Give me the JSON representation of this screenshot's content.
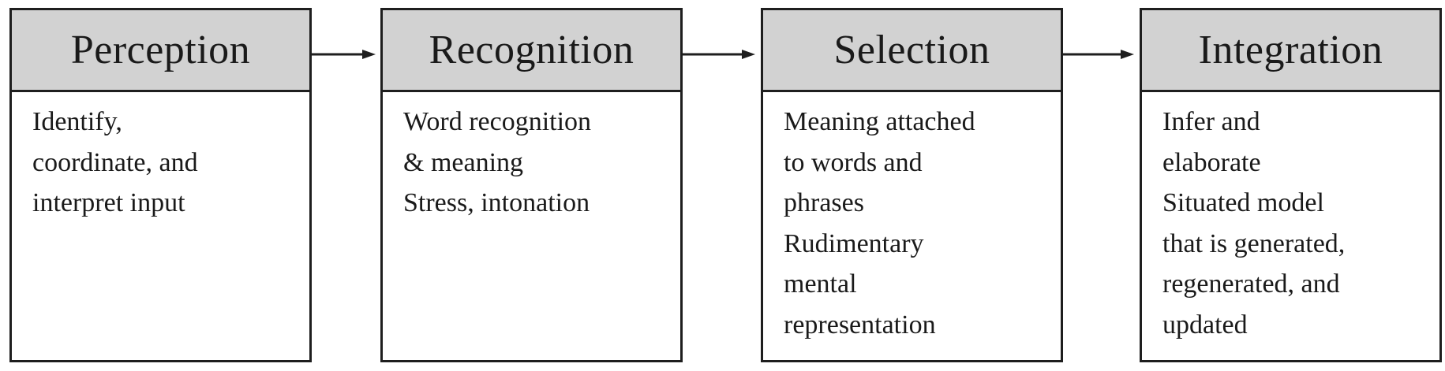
{
  "steps": [
    {
      "title": "Perception",
      "lines": [
        "Identify,",
        "coordinate, and",
        "interpret input"
      ]
    },
    {
      "title": "Recognition",
      "lines": [
        "Word recognition",
        "& meaning",
        "Stress, intonation"
      ]
    },
    {
      "title": "Selection",
      "lines": [
        "Meaning attached",
        "to words and",
        "phrases",
        "Rudimentary",
        "mental",
        "representation"
      ]
    },
    {
      "title": "Integration",
      "lines": [
        "Infer and",
        "elaborate",
        "Situated model",
        "that is generated,",
        "regenerated, and",
        "updated"
      ]
    }
  ]
}
